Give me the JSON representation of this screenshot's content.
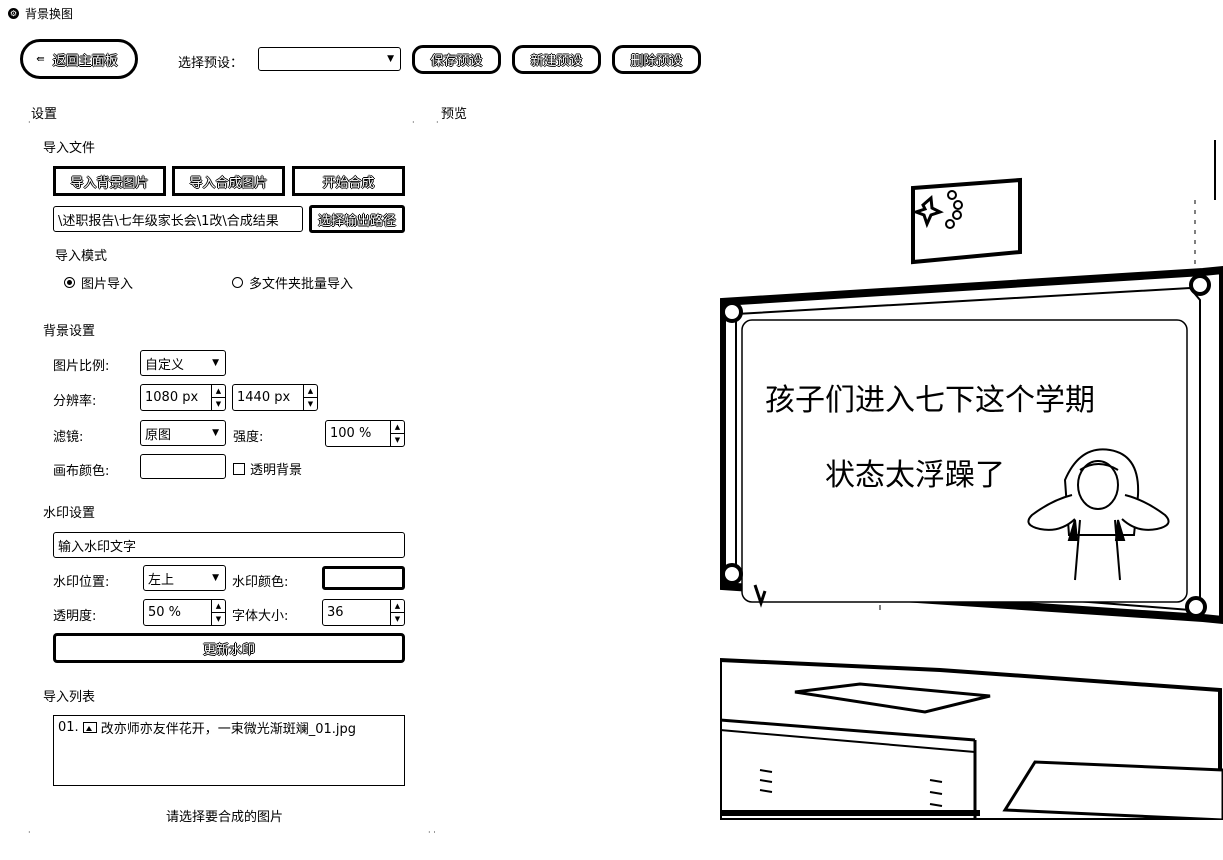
{
  "window": {
    "title": "背景换图"
  },
  "toolbar": {
    "back_label": "返回主面板",
    "preset_label": "选择预设：",
    "preset_value": "",
    "save_preset": "保存预设",
    "new_preset": "新建预设",
    "delete_preset": "删除预设"
  },
  "settings": {
    "title": "设置",
    "import_files": {
      "title": "导入文件",
      "import_bg": "导入背景图片",
      "import_composite": "导入合成图片",
      "start_composite": "开始合成",
      "output_path": "\\述职报告\\七年级家长会\\1改\\合成结果",
      "choose_output": "选择输出路径"
    },
    "import_mode": {
      "title": "导入模式",
      "option_image": "图片导入",
      "option_folder": "多文件夹批量导入",
      "selected": "图片导入"
    },
    "background": {
      "title": "背景设置",
      "ratio_label": "图片比例:",
      "ratio_value": "自定义",
      "resolution_label": "分辨率:",
      "width": "1080 px",
      "height": "1440 px",
      "filter_label": "滤镜:",
      "filter_value": "原图",
      "strength_label": "强度:",
      "strength_value": "100 %",
      "canvas_color_label": "画布颜色:",
      "transparent_label": "透明背景"
    },
    "watermark": {
      "title": "水印设置",
      "text_placeholder": "输入水印文字",
      "position_label": "水印位置:",
      "position_value": "左上",
      "color_label": "水印颜色:",
      "opacity_label": "透明度:",
      "opacity_value": "50 %",
      "font_size_label": "字体大小:",
      "font_size_value": "36",
      "update_button": "更新水印"
    },
    "import_list": {
      "title": "导入列表",
      "items": [
        {
          "index": "01.",
          "name": "改亦师亦友伴花开，一束微光渐斑斓_01.jpg"
        }
      ],
      "status": "请选择要合成的图片"
    }
  },
  "preview": {
    "title": "预览",
    "board_line1": "孩子们进入七下这个学期",
    "board_line2": "状态太浮躁了"
  }
}
